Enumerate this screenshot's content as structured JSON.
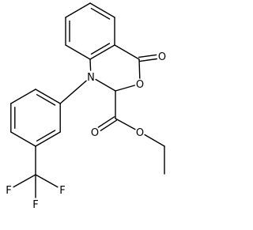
{
  "molecule": {
    "atoms": [
      {
        "id": "o_keto",
        "symbol": "O"
      },
      {
        "id": "n1",
        "symbol": "N"
      },
      {
        "id": "o_ring",
        "symbol": "O"
      },
      {
        "id": "o_ester_carbonyl",
        "symbol": "O"
      },
      {
        "id": "o_ester",
        "symbol": "O"
      },
      {
        "id": "f1",
        "symbol": "F"
      },
      {
        "id": "f2",
        "symbol": "F"
      },
      {
        "id": "f3",
        "symbol": "F"
      }
    ]
  }
}
